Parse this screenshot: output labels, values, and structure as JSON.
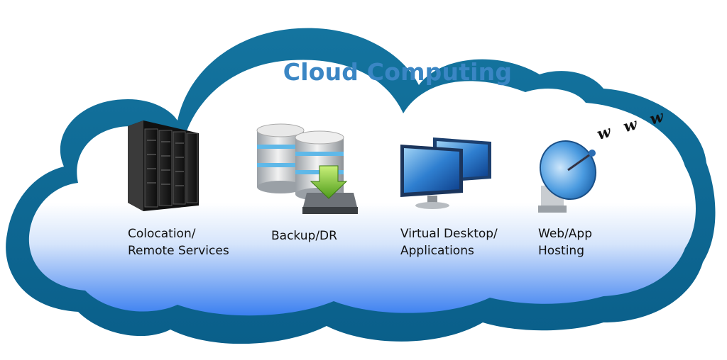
{
  "title": "Cloud Computing",
  "colors": {
    "cloud_border": "#0c6b98",
    "title": "#3a86c4",
    "gradient_bottom": "#3b7ff0"
  },
  "items": [
    {
      "icon": "server-rack-icon",
      "label_lines": [
        "Colocation/",
        "Remote Services"
      ]
    },
    {
      "icon": "database-backup-icon",
      "label_lines": [
        "Backup/DR"
      ]
    },
    {
      "icon": "virtual-desktop-monitors-icon",
      "label_lines": [
        "Virtual Desktop/",
        "Applications"
      ]
    },
    {
      "icon": "satellite-dish-icon",
      "label_lines": [
        "Web/App",
        "Hosting"
      ]
    }
  ],
  "www_text": "w w w"
}
